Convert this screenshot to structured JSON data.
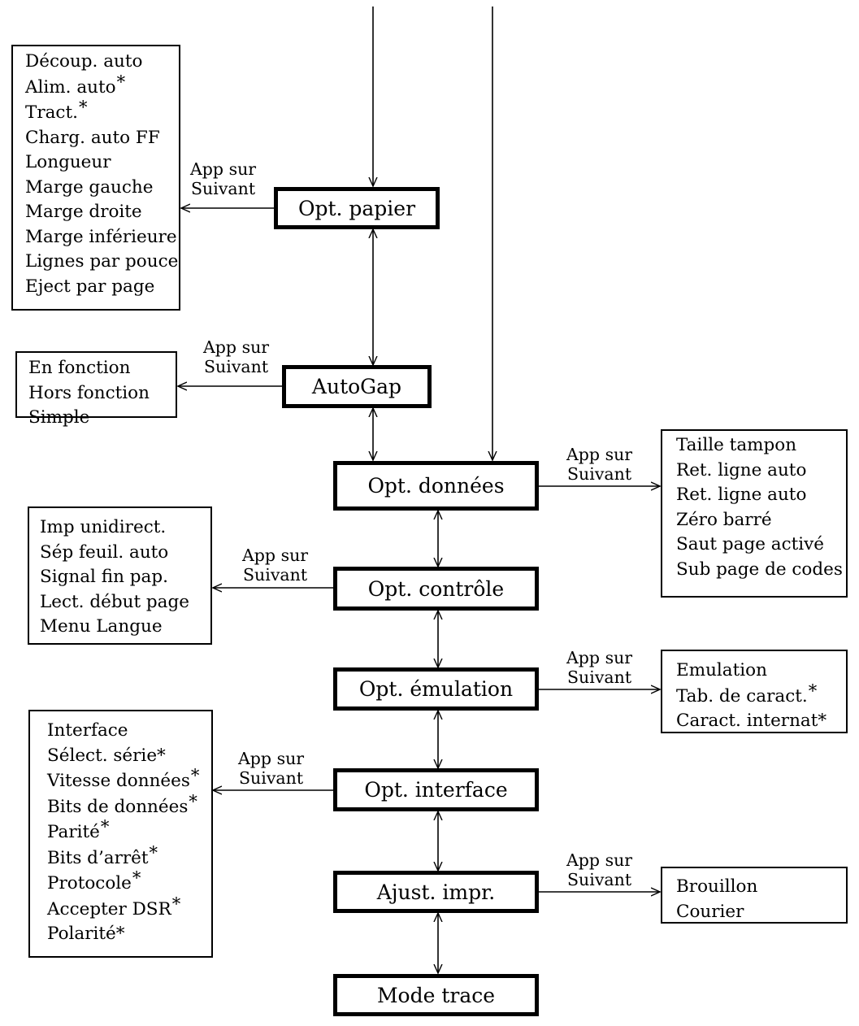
{
  "menus": [
    {
      "id": "papier",
      "label": "Opt. papier"
    },
    {
      "id": "autogap",
      "label": "AutoGap"
    },
    {
      "id": "donnees",
      "label": "Opt. données"
    },
    {
      "id": "controle",
      "label": "Opt. contrôle"
    },
    {
      "id": "emulation",
      "label": "Opt. émulation"
    },
    {
      "id": "interface",
      "label": "Opt. interface"
    },
    {
      "id": "ajust",
      "label": "Ajust. impr."
    },
    {
      "id": "trace",
      "label": "Mode trace"
    }
  ],
  "arrow_label": {
    "line1": "App sur",
    "line2": "Suivant"
  },
  "asterisk": "*",
  "submenus": {
    "papier": [
      {
        "text": "Découp. auto"
      },
      {
        "text": "Alim. auto",
        "star": true
      },
      {
        "text": "Tract.",
        "star": true
      },
      {
        "text": "Charg. auto FF"
      },
      {
        "text": "Longueur"
      },
      {
        "text": "Marge gauche"
      },
      {
        "text": "Marge droite"
      },
      {
        "text": "Marge inférieure"
      },
      {
        "text": "Lignes par pouce"
      },
      {
        "text": "Eject par page"
      }
    ],
    "autogap": [
      {
        "text": "En fonction"
      },
      {
        "text": "Hors fonction"
      },
      {
        "text": "Simple"
      }
    ],
    "donnees": [
      {
        "text": "Taille tampon"
      },
      {
        "text": "Ret. ligne auto"
      },
      {
        "text": "Ret. ligne auto"
      },
      {
        "text": "Zéro barré"
      },
      {
        "text": "Saut page activé"
      },
      {
        "text": "Sub page de codes"
      }
    ],
    "controle": [
      {
        "text": "Imp unidirect."
      },
      {
        "text": "Sép feuil. auto"
      },
      {
        "text": "Signal fin pap."
      },
      {
        "text": "Lect. début page"
      },
      {
        "text": "Menu Langue"
      }
    ],
    "emulation": [
      {
        "text": "Emulation"
      },
      {
        "text": "Tab. de caract.",
        "star": true
      },
      {
        "text": "Caract. internat*"
      }
    ],
    "interface": [
      {
        "text": "Interface"
      },
      {
        "text": "Sélect. série*"
      },
      {
        "text": "Vitesse données",
        "star": true
      },
      {
        "text": "Bits de données",
        "star": true
      },
      {
        "text": "Parité",
        "star": true
      },
      {
        "text": "Bits d’arrêt",
        "star": true
      },
      {
        "text": "Protocole",
        "star": true
      },
      {
        "text": "Accepter DSR",
        "star": true
      },
      {
        "text": "Polarité*"
      }
    ],
    "ajust": [
      {
        "text": "Brouillon"
      },
      {
        "text": "Courier"
      }
    ]
  }
}
